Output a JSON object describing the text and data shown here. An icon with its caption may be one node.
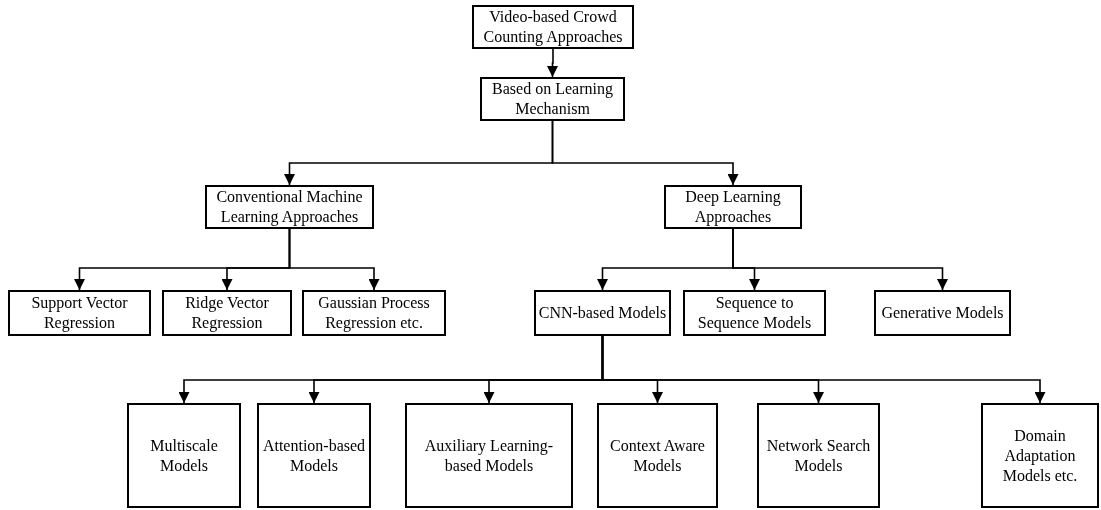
{
  "diagram": {
    "nodes": [
      {
        "text": [
          "Video-based Crowd Counting Approaches"
        ]
      },
      {
        "text": [
          "Based on Learning Mechanism"
        ]
      },
      {
        "text": [
          "Conventional Machine Learning Approaches"
        ]
      },
      {
        "text": [
          "Deep Learning Approaches"
        ]
      },
      {
        "text": [
          "Support Vector Regression"
        ]
      },
      {
        "text": [
          "Ridge Vector Regression"
        ]
      },
      {
        "text": [
          "Gaussian Process Regression etc."
        ]
      },
      {
        "text": [
          "CNN-based Models"
        ]
      },
      {
        "text": [
          "Sequence to Sequence Models"
        ]
      },
      {
        "text": [
          "Generative Models"
        ]
      },
      {
        "text": [
          "Multiscale Models"
        ]
      },
      {
        "text": [
          "Attention-based Models"
        ]
      },
      {
        "text": [
          "Auxiliary Learning-based Models"
        ]
      },
      {
        "text": [
          "Context Aware Models"
        ]
      },
      {
        "text": [
          "Network Search Models"
        ]
      },
      {
        "text": [
          "Domain Adaptation Models etc."
        ]
      }
    ],
    "edges": [
      {
        "from": 0,
        "to": 1,
        "arrow": "to"
      },
      {
        "from": 1,
        "to": 2,
        "arrow": "to"
      },
      {
        "from": 1,
        "to": 3,
        "arrow": "to"
      },
      {
        "from": 2,
        "to": 4,
        "arrow": "to"
      },
      {
        "from": 2,
        "to": 5,
        "arrow": "to"
      },
      {
        "from": 2,
        "to": 6,
        "arrow": "to"
      },
      {
        "from": 3,
        "to": 7,
        "arrow": "to"
      },
      {
        "from": 3,
        "to": 8,
        "arrow": "to"
      },
      {
        "from": 3,
        "to": 9,
        "arrow": "to"
      },
      {
        "from": 7,
        "to": 10,
        "arrow": "to"
      },
      {
        "from": 7,
        "to": 11,
        "arrow": "to"
      },
      {
        "from": 7,
        "to": 12,
        "arrow": "to"
      },
      {
        "from": 7,
        "to": 13,
        "arrow": "to"
      },
      {
        "from": 7,
        "to": 14,
        "arrow": "to"
      },
      {
        "from": 7,
        "to": 15,
        "arrow": "to"
      }
    ]
  }
}
